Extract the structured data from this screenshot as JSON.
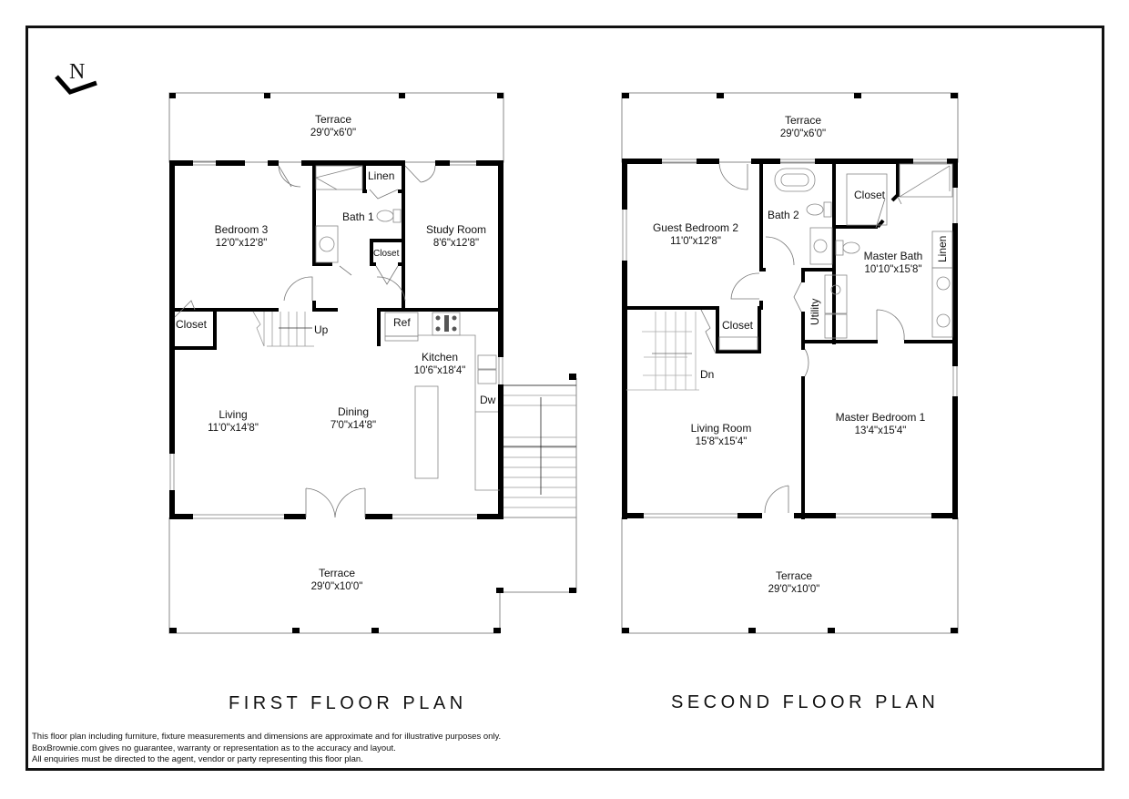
{
  "compass": {
    "label": "N",
    "icon": "north-arrow-icon"
  },
  "first_floor": {
    "title": "FIRST FLOOR PLAN",
    "rooms": {
      "terrace_top": {
        "name": "Terrace",
        "dim": "29'0\"x6'0\""
      },
      "bedroom3": {
        "name": "Bedroom 3",
        "dim": "12'0\"x12'8\""
      },
      "bath1": {
        "name": "Bath 1"
      },
      "linen": {
        "name": "Linen"
      },
      "bath_closet": {
        "name": "Closet"
      },
      "study": {
        "name": "Study Room",
        "dim": "8'6\"x12'8\""
      },
      "closet": {
        "name": "Closet"
      },
      "stairs": {
        "name": "Up"
      },
      "ref": {
        "name": "Ref"
      },
      "kitchen": {
        "name": "Kitchen",
        "dim": "10'6\"x18'4\""
      },
      "dw": {
        "name": "Dw"
      },
      "living": {
        "name": "Living",
        "dim": "11'0\"x14'8\""
      },
      "dining": {
        "name": "Dining",
        "dim": "7'0\"x14'8\""
      },
      "terrace_bottom": {
        "name": "Terrace",
        "dim": "29'0\"x10'0\""
      }
    }
  },
  "second_floor": {
    "title": "SECOND FLOOR PLAN",
    "rooms": {
      "terrace_top": {
        "name": "Terrace",
        "dim": "29'0\"x6'0\""
      },
      "guest_bedroom2": {
        "name": "Guest Bedroom 2",
        "dim": "11'0\"x12'8\""
      },
      "bath2": {
        "name": "Bath 2"
      },
      "master_closet": {
        "name": "Closet"
      },
      "master_bath": {
        "name": "Master Bath",
        "dim": "10'10\"x15'8\""
      },
      "linen": {
        "name": "Linen"
      },
      "utility": {
        "name": "Utility"
      },
      "closet": {
        "name": "Closet"
      },
      "stairs": {
        "name": "Dn"
      },
      "living_room": {
        "name": "Living Room",
        "dim": "15'8\"x15'4\""
      },
      "master_bedroom1": {
        "name": "Master Bedroom 1",
        "dim": "13'4\"x15'4\""
      },
      "terrace_bottom": {
        "name": "Terrace",
        "dim": "29'0\"x10'0\""
      }
    }
  },
  "disclaimer": {
    "line1": "This floor plan including furniture, fixture measurements and dimensions are approximate and for illustrative purposes only.",
    "line2": "BoxBrownie.com gives no guarantee, warranty or representation as to the accuracy and layout.",
    "line3": "All enquiries must be directed to the agent, vendor or party representing this floor plan."
  },
  "colors": {
    "wall": "#000000",
    "line": "#888888",
    "background": "#ffffff"
  }
}
